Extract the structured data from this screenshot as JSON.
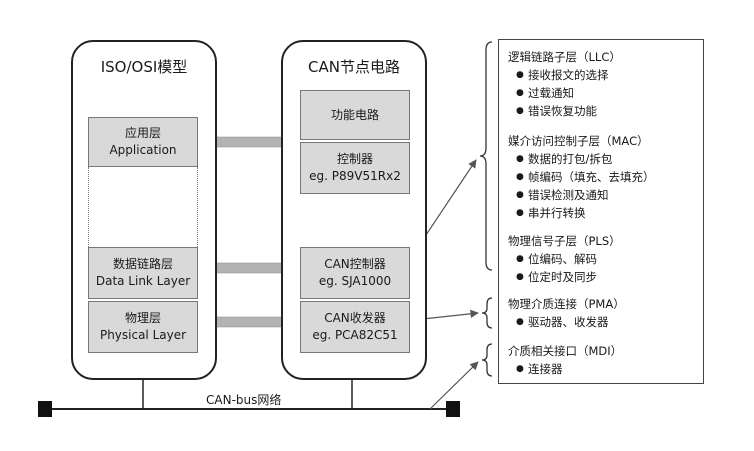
{
  "osi_column": {
    "title": "ISO/OSI模型",
    "application": {
      "line1": "应用层",
      "line2": "Application"
    },
    "data_link": {
      "line1": "数据链路层",
      "line2": "Data Link Layer"
    },
    "physical": {
      "line1": "物理层",
      "line2": "Physical Layer"
    }
  },
  "can_column": {
    "title": "CAN节点电路",
    "function_circuit": "功能电路",
    "mcu": {
      "line1": "控制器",
      "line2": "eg. P89V51Rx2"
    },
    "can_controller": {
      "line1": "CAN控制器",
      "line2": "eg. SJA1000"
    },
    "can_transceiver": {
      "line1": "CAN收发器",
      "line2": "eg. PCA82C51"
    }
  },
  "bus": {
    "label": "CAN-bus网络"
  },
  "right_panel": {
    "llc": {
      "title": "逻辑链路子层（LLC）",
      "items": [
        "接收报文的选择",
        "过载通知",
        "错误恢复功能"
      ]
    },
    "mac": {
      "title": "媒介访问控制子层（MAC）",
      "items": [
        "数据的打包/拆包",
        "帧编码（填充、去填充）",
        "错误检测及通知",
        "串并行转换"
      ]
    },
    "pls": {
      "title": "物理信号子层（PLS）",
      "items": [
        "位编码、解码",
        "位定时及同步"
      ]
    },
    "pma": {
      "title": "物理介质连接（PMA）",
      "items": [
        "驱动器、收发器"
      ]
    },
    "mdi": {
      "title": "介质相关接口（MDI）",
      "items": [
        "连接器"
      ]
    }
  },
  "colors": {
    "box_fill": "#d9d9d9",
    "arrow": "#b3b3b3",
    "line": "#222222"
  }
}
